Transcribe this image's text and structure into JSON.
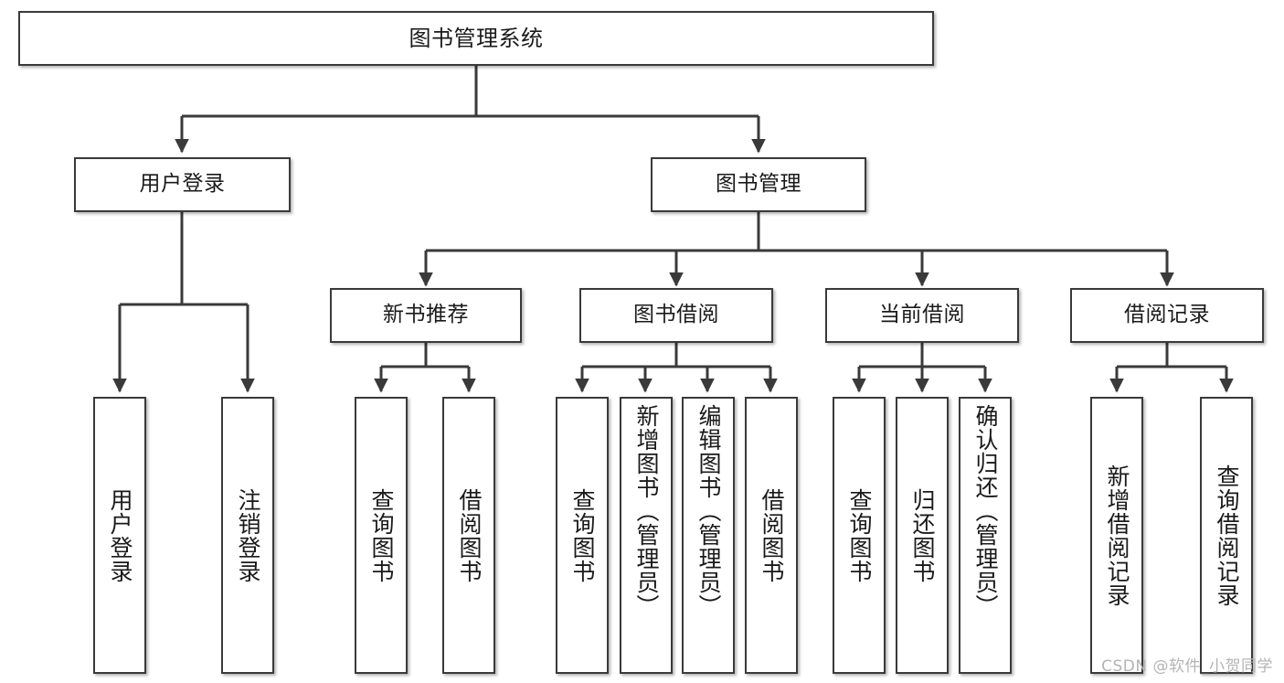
{
  "diagram": {
    "type": "tree-hierarchy-chart",
    "title": "图书管理系统",
    "watermark": "CSDN @软件_小贺同学",
    "style": {
      "border_color": "#3a3a3a",
      "fill_color": "#ffffff",
      "text_color": "#1a1a1a",
      "watermark_color": "#b4b4b4"
    },
    "nodes": {
      "root": {
        "label": "图书管理系统",
        "level": 0
      },
      "user_login": {
        "label": "用户登录",
        "level": 1
      },
      "book_manage": {
        "label": "图书管理",
        "level": 1
      },
      "new_book_rec": {
        "label": "新书推荐",
        "level": 2
      },
      "book_borrow": {
        "label": "图书借阅",
        "level": 2
      },
      "current_borrow": {
        "label": "当前借阅",
        "level": 2
      },
      "borrow_record": {
        "label": "借阅记录",
        "level": 2
      },
      "leaf_user_login": {
        "label": "用户登录",
        "level": 2
      },
      "leaf_logout": {
        "label": "注销登录",
        "level": 2
      },
      "leaf_query_book_1": {
        "label": "查询图书",
        "level": 3
      },
      "leaf_borrow_book_1": {
        "label": "借阅图书",
        "level": 3
      },
      "leaf_query_book_2": {
        "label": "查询图书",
        "level": 3
      },
      "leaf_add_book": {
        "label": "新增图书（管理员）",
        "level": 3
      },
      "leaf_edit_book": {
        "label": "编辑图书（管理员）",
        "level": 3
      },
      "leaf_borrow_book_2": {
        "label": "借阅图书",
        "level": 3
      },
      "leaf_query_book_3": {
        "label": "查询图书",
        "level": 3
      },
      "leaf_return_book": {
        "label": "归还图书",
        "level": 3
      },
      "leaf_confirm_return": {
        "label": "确认归还（管理员）",
        "level": 3
      },
      "leaf_add_record": {
        "label": "新增借阅记录",
        "level": 3
      },
      "leaf_query_record": {
        "label": "查询借阅记录",
        "level": 3
      }
    },
    "edges": [
      {
        "from": "root",
        "to": "user_login"
      },
      {
        "from": "root",
        "to": "book_manage"
      },
      {
        "from": "user_login",
        "to": "leaf_user_login"
      },
      {
        "from": "user_login",
        "to": "leaf_logout"
      },
      {
        "from": "book_manage",
        "to": "new_book_rec"
      },
      {
        "from": "book_manage",
        "to": "book_borrow"
      },
      {
        "from": "book_manage",
        "to": "current_borrow"
      },
      {
        "from": "book_manage",
        "to": "borrow_record"
      },
      {
        "from": "new_book_rec",
        "to": "leaf_query_book_1"
      },
      {
        "from": "new_book_rec",
        "to": "leaf_borrow_book_1"
      },
      {
        "from": "book_borrow",
        "to": "leaf_query_book_2"
      },
      {
        "from": "book_borrow",
        "to": "leaf_add_book"
      },
      {
        "from": "book_borrow",
        "to": "leaf_edit_book"
      },
      {
        "from": "book_borrow",
        "to": "leaf_borrow_book_2"
      },
      {
        "from": "current_borrow",
        "to": "leaf_query_book_3"
      },
      {
        "from": "current_borrow",
        "to": "leaf_return_book"
      },
      {
        "from": "current_borrow",
        "to": "leaf_confirm_return"
      },
      {
        "from": "borrow_record",
        "to": "leaf_add_record"
      },
      {
        "from": "borrow_record",
        "to": "leaf_query_record"
      }
    ]
  }
}
